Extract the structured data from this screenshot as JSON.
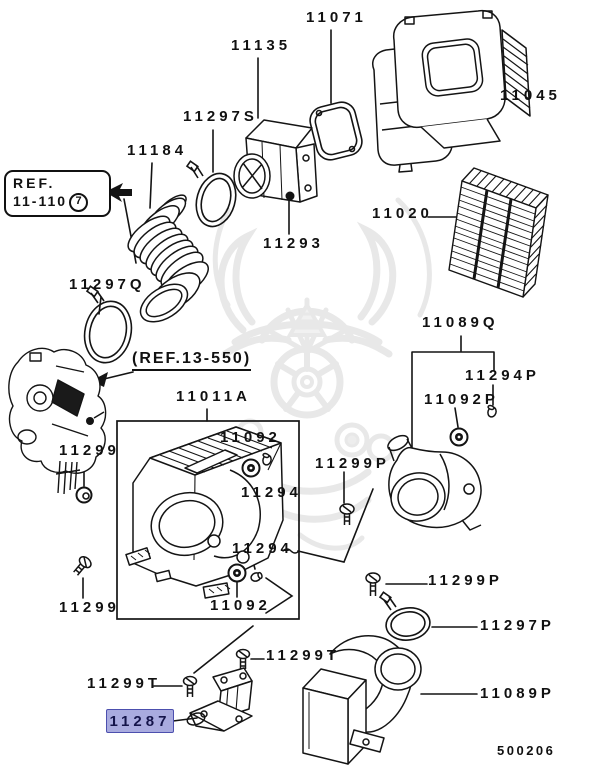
{
  "diagram_code": "500206",
  "ref_callout": {
    "line1": "REF.",
    "line2": "11-110",
    "circle_number": "7"
  },
  "inline_ref": "(REF.13-550)",
  "highlight": {
    "fill": "#a9abdf",
    "border": "#4c4fae",
    "text_color": "#14144a"
  },
  "line_color": "#141414",
  "watermark_color": "#e8e8e8",
  "labels": {
    "l_11071": "11071",
    "l_11135": "11135",
    "l_11297S": "11297S",
    "l_11184": "11184",
    "l_11045": "11045",
    "l_11020": "11020",
    "l_11293": "11293",
    "l_11297Q": "11297Q",
    "l_11011A": "11011A",
    "l_11089Q": "11089Q",
    "l_11294P": "11294P",
    "l_11092P": "11092P",
    "l_11299_top": "11299",
    "l_11092_top": "11092",
    "l_11294_top": "11294",
    "l_11299P_left": "11299P",
    "l_11294_bottom": "11294",
    "l_11092_bottom": "11092",
    "l_11299_bottom": "11299",
    "l_11299P_bottom": "11299P",
    "l_11297P": "11297P",
    "l_11089P": "11089P",
    "l_11299T_left": "11299T",
    "l_11299T_right": "11299T",
    "l_11287": "11287"
  }
}
